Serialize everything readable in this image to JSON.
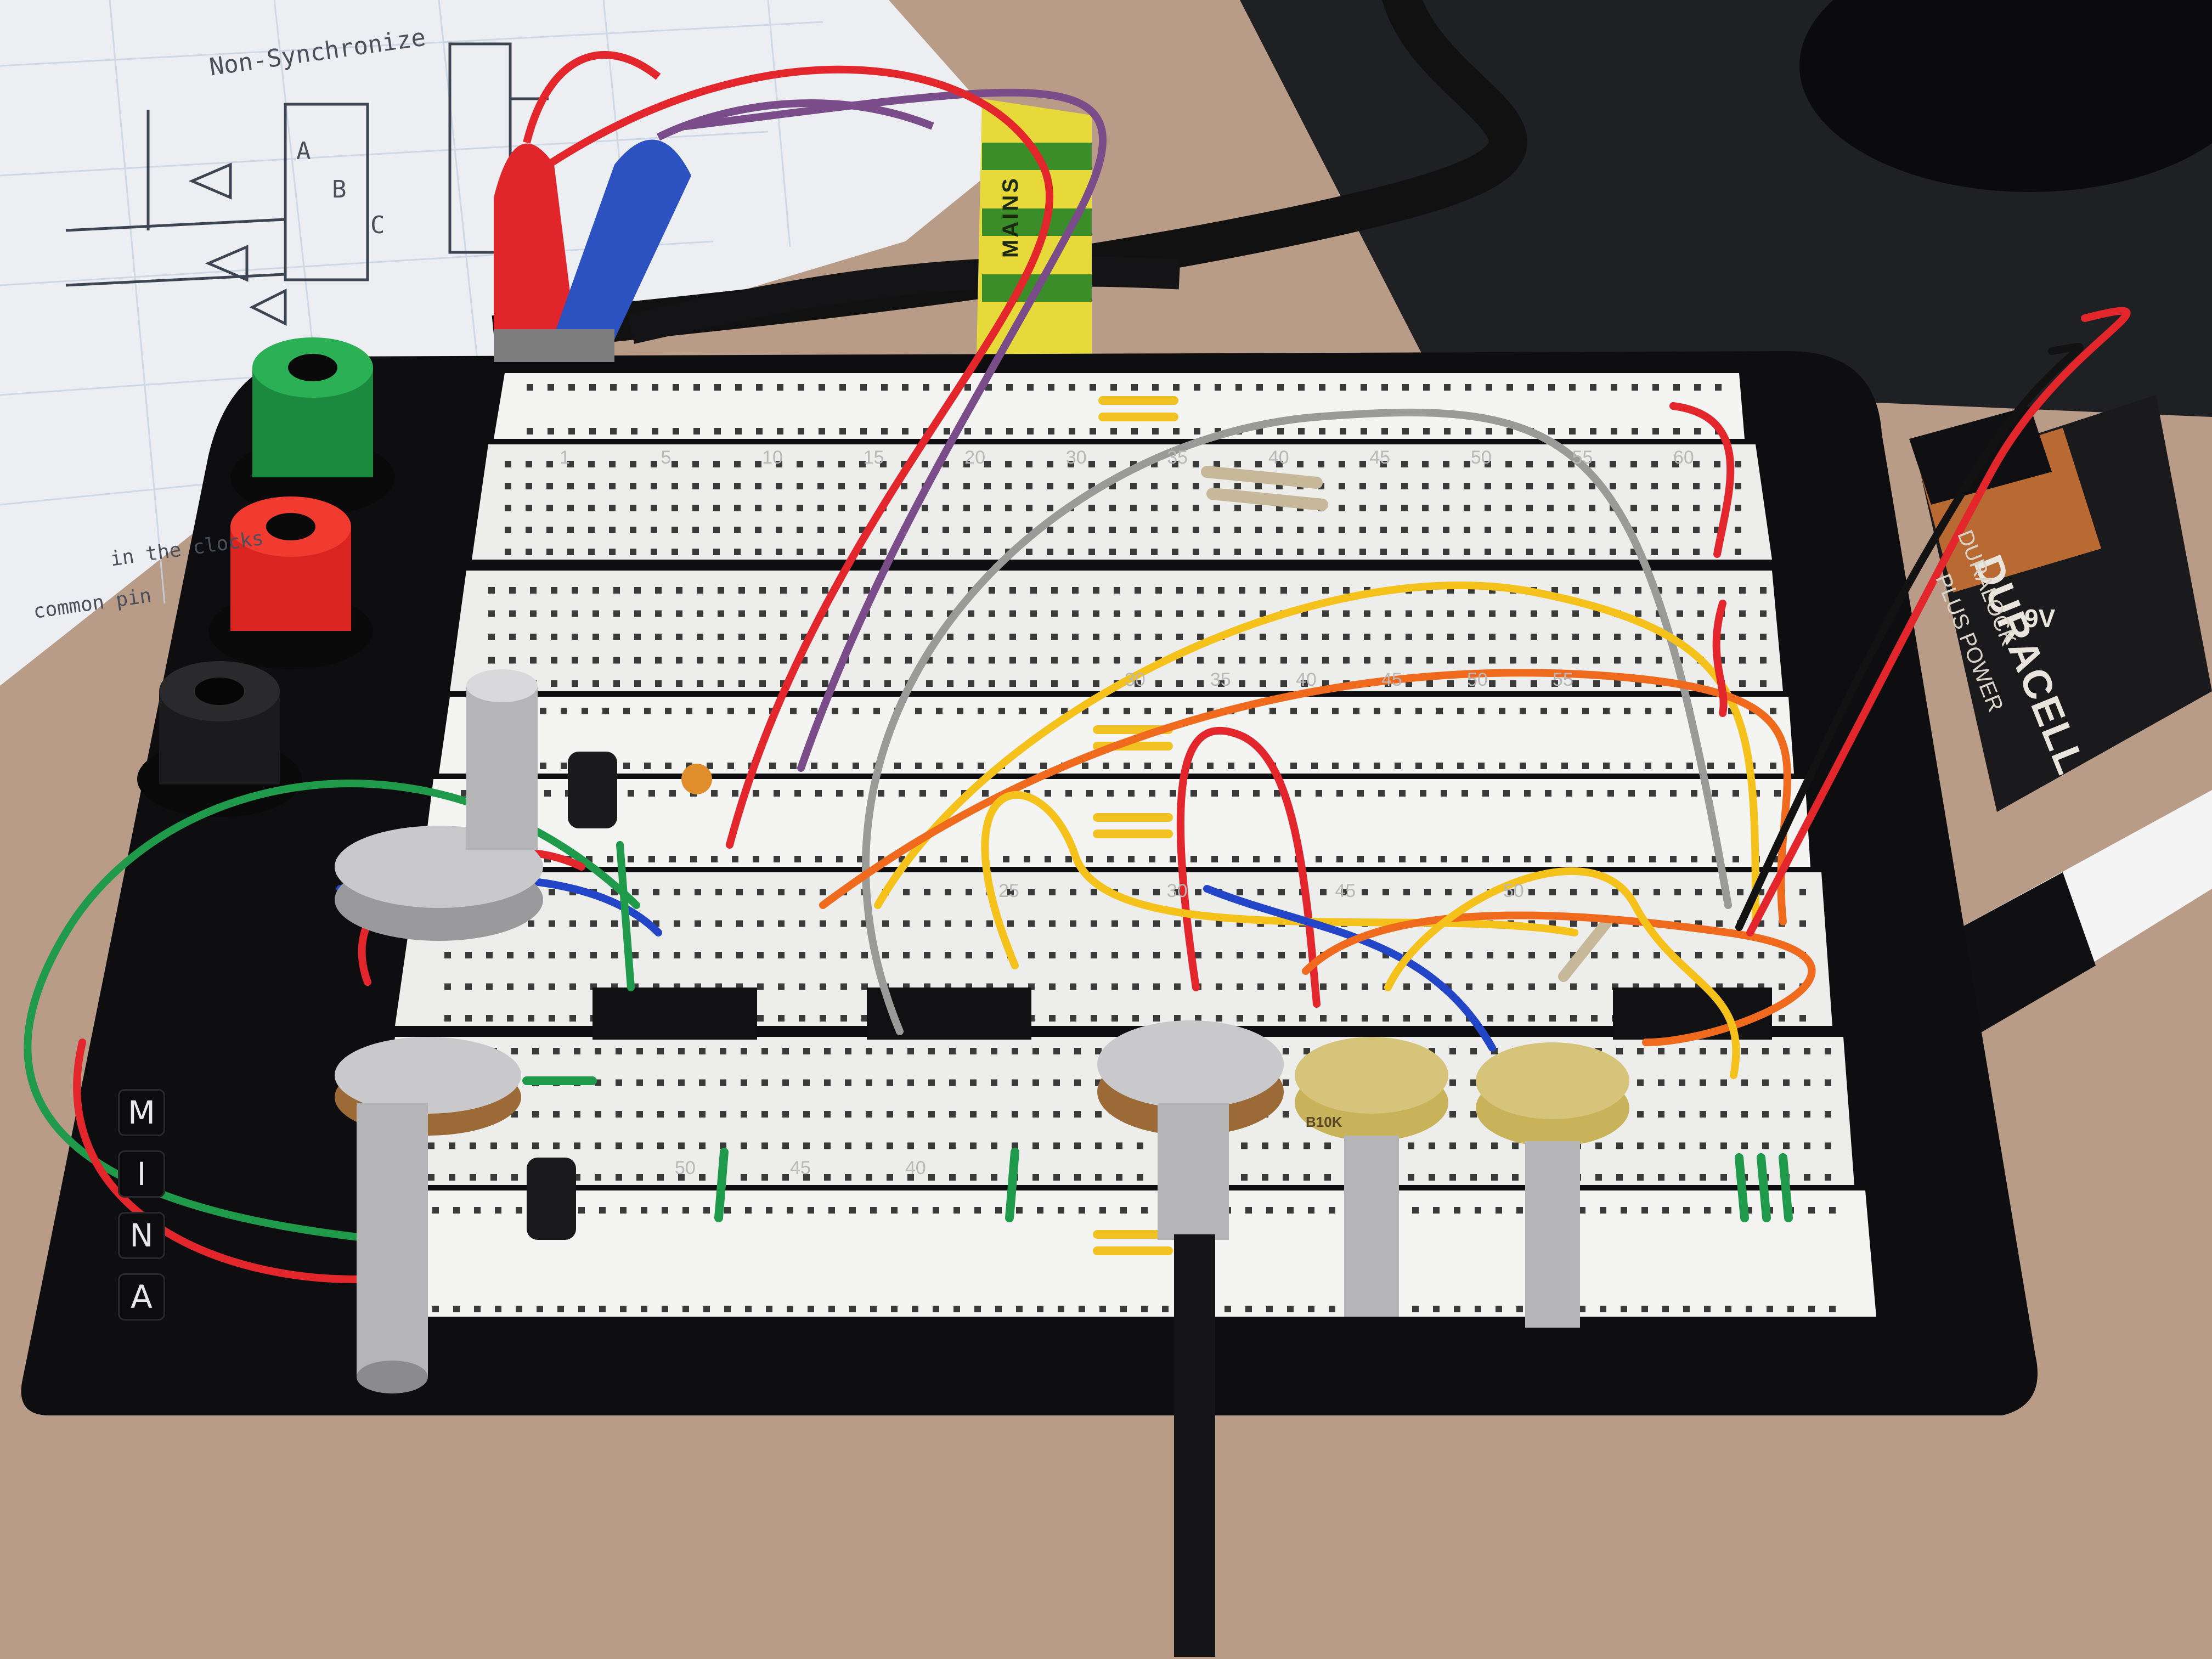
{
  "paper_notes": {
    "heading": "Non-Synchronize",
    "pin_a": "A",
    "pin_b": "B",
    "pin_c": "C",
    "side_note_1": "in the clocks",
    "side_note_2": "common pin"
  },
  "tape_label": "MAINS",
  "board_brand": {
    "letters": [
      "M",
      "I",
      "N",
      "A"
    ]
  },
  "battery": {
    "brand": "DURACELL",
    "line": "PLUS POWER",
    "sub_brand": "DURALOCK",
    "voltage": "9V"
  },
  "pot_label": "B10K",
  "breadboard_row_numbers": {
    "top": [
      "1",
      "5",
      "10",
      "15",
      "20",
      "30",
      "35",
      "40",
      "45",
      "50",
      "55",
      "60"
    ],
    "middle": [
      "30",
      "35",
      "40",
      "45",
      "50",
      "55"
    ],
    "lower": [
      "25",
      "30",
      "45",
      "50"
    ],
    "bottom": [
      "50",
      "45",
      "40"
    ]
  },
  "colors": {
    "board_black": "#0e0e10",
    "breadboard_white": "#f2f2f0",
    "wire_red": "#e3262b",
    "wire_orange": "#f06a1e",
    "wire_yellow": "#f5c21b",
    "wire_green": "#1f9a4a",
    "wire_blue": "#2346c8",
    "wire_gray": "#9a9a98",
    "wire_purple": "#7a4d8a"
  }
}
